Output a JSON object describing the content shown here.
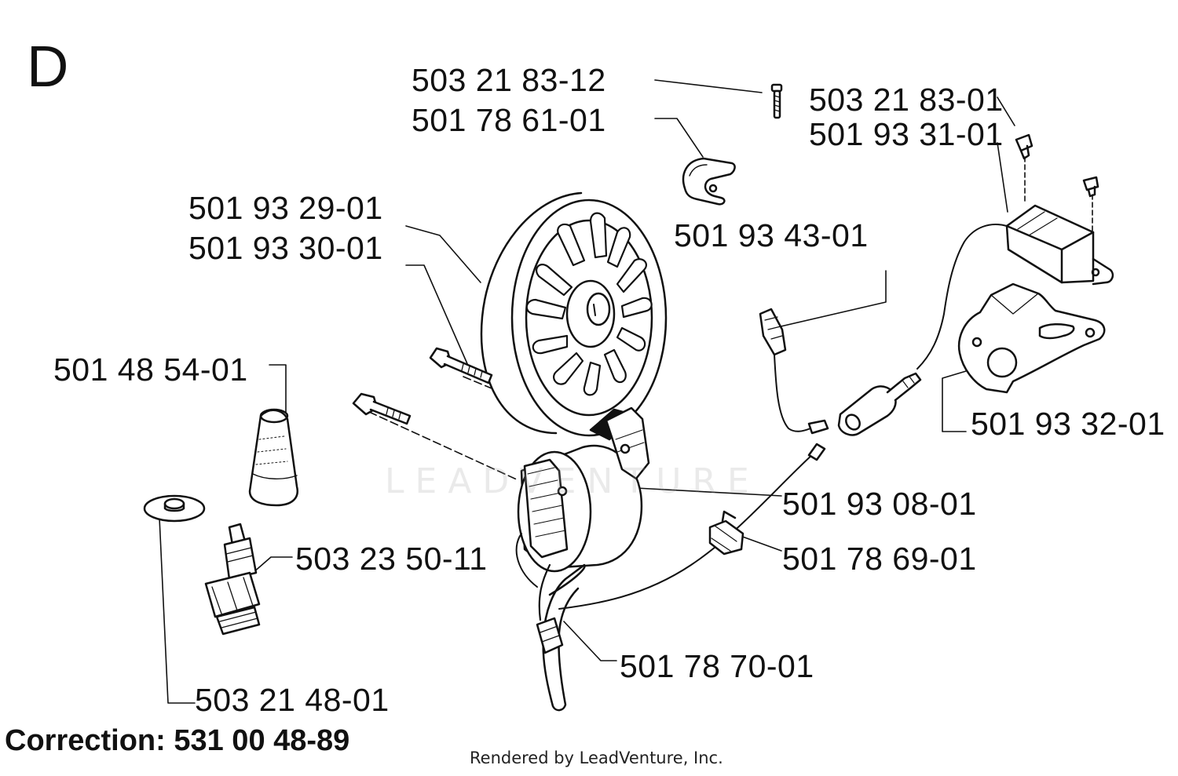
{
  "diagram": {
    "section_letter": "D",
    "watermark": "LEADVENTURE",
    "correction": "Correction: 531 00 48-89",
    "rendered_by": "Rendered by LeadVenture, Inc.",
    "parts": [
      {
        "id": "screw_top",
        "number": "503 21 83-12"
      },
      {
        "id": "clamp_top",
        "number": "501 78 61-01"
      },
      {
        "id": "module_screw",
        "number": "503 21 83-01"
      },
      {
        "id": "module",
        "number": "501 93 31-01"
      },
      {
        "id": "flywheel_a",
        "number": "501 93 29-01"
      },
      {
        "id": "flywheel_b",
        "number": "501 93 30-01"
      },
      {
        "id": "terminal",
        "number": "501 93 43-01"
      },
      {
        "id": "spark_cap",
        "number": "501 48 54-01"
      },
      {
        "id": "bracket",
        "number": "501 93 32-01"
      },
      {
        "id": "ignition_coil",
        "number": "501 93 08-01"
      },
      {
        "id": "cable_clip",
        "number": "501 78 69-01"
      },
      {
        "id": "spark_plug",
        "number": "503 23 50-11"
      },
      {
        "id": "hose_clip",
        "number": "501 78 70-01"
      },
      {
        "id": "washer",
        "number": "503 21 48-01"
      }
    ]
  }
}
